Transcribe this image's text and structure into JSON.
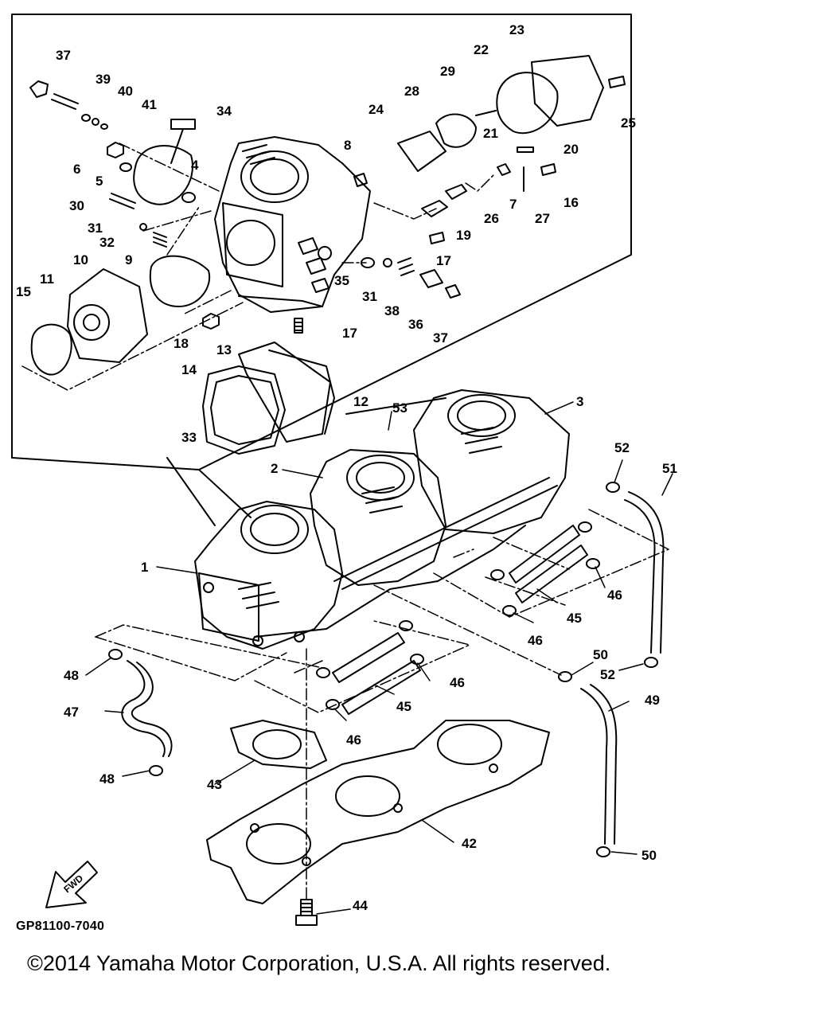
{
  "diagram_code": "GP81100-7040",
  "copyright": "©2014 Yamaha Motor Corporation, U.S.A. All rights reserved.",
  "fwd_label": "FWD",
  "callouts": [
    "1",
    "2",
    "3",
    "4",
    "5",
    "6",
    "7",
    "8",
    "9",
    "10",
    "11",
    "12",
    "13",
    "14",
    "15",
    "16",
    "17",
    "17",
    "18",
    "19",
    "20",
    "21",
    "22",
    "23",
    "24",
    "25",
    "26",
    "27",
    "28",
    "29",
    "30",
    "31",
    "31",
    "32",
    "33",
    "34",
    "35",
    "36",
    "37",
    "37",
    "38",
    "39",
    "40",
    "41",
    "42",
    "43",
    "44",
    "45",
    "45",
    "46",
    "46",
    "46",
    "46",
    "47",
    "48",
    "48",
    "49",
    "50",
    "50",
    "51",
    "52",
    "52",
    "53"
  ]
}
